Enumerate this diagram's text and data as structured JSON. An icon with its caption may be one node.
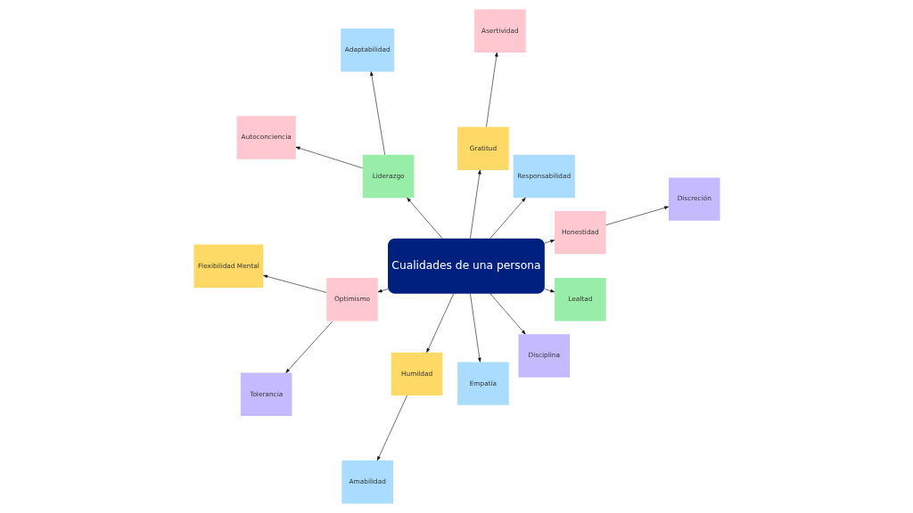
{
  "diagram": {
    "nodes": [
      {
        "text": [
          "Cualidades de una persona"
        ]
      },
      {
        "text": [
          "Discreción"
        ]
      },
      {
        "text": [
          "Honestidad"
        ]
      },
      {
        "text": [
          "Responsabilidad"
        ]
      },
      {
        "text": [
          "Gratitud"
        ]
      },
      {
        "text": [
          "Asertividad"
        ]
      },
      {
        "text": [
          "Adaptabilidad"
        ]
      },
      {
        "text": [
          "Liderazgo"
        ]
      },
      {
        "text": [
          "Flexibilidad Mental"
        ]
      },
      {
        "text": [
          "Optimismo"
        ]
      },
      {
        "text": [
          "Autoconciencia"
        ]
      },
      {
        "text": [
          "Tolerancia"
        ]
      },
      {
        "text": [
          "Humildad"
        ]
      },
      {
        "text": [
          "Empatía"
        ]
      },
      {
        "text": [
          "Disciplina"
        ]
      },
      {
        "text": [
          "Lealtad"
        ]
      },
      {
        "text": [
          "Amabilidad"
        ]
      }
    ],
    "edges": [
      {
        "from": 0,
        "to": 2,
        "arrow": "to"
      },
      {
        "from": 2,
        "to": 1,
        "arrow": "to"
      },
      {
        "from": 0,
        "to": 3,
        "arrow": "to"
      },
      {
        "from": 0,
        "to": 4,
        "arrow": "to"
      },
      {
        "from": 4,
        "to": 5,
        "arrow": "to"
      },
      {
        "from": 0,
        "to": 7,
        "arrow": "to"
      },
      {
        "from": 7,
        "to": 6,
        "arrow": "to"
      },
      {
        "from": 7,
        "to": 10,
        "arrow": "to"
      },
      {
        "from": 0,
        "to": 9,
        "arrow": "to"
      },
      {
        "from": 9,
        "to": 8,
        "arrow": "to"
      },
      {
        "from": 9,
        "to": 11,
        "arrow": "to"
      },
      {
        "from": 0,
        "to": 12,
        "arrow": "to"
      },
      {
        "from": 12,
        "to": 16,
        "arrow": "to"
      },
      {
        "from": 0,
        "to": 14,
        "arrow": "to"
      },
      {
        "from": 0,
        "to": 15,
        "arrow": "to"
      },
      {
        "from": 0,
        "to": 13,
        "arrow": "to"
      }
    ]
  }
}
